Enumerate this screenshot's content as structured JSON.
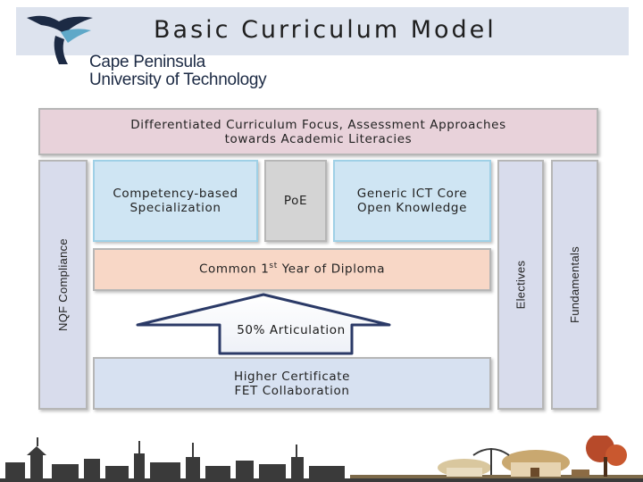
{
  "slide": {
    "title": "Basic Curriculum Model"
  },
  "logo": {
    "line1": "Cape Peninsula",
    "line2": "University of Technology"
  },
  "diagram": {
    "top_banner": {
      "line1": "Differentiated Curriculum Focus, Assessment Approaches",
      "line2": "towards Academic Literacies"
    },
    "left_pillar": "NQF Compliance",
    "competency": {
      "line1": "Competency-based",
      "line2": "Specialization"
    },
    "poe": "PoE",
    "generic": {
      "line1": "Generic ICT Core",
      "line2": "Open Knowledge"
    },
    "common_year": {
      "prefix": "Common 1",
      "sup": "st",
      "suffix": " Year of Diploma"
    },
    "articulation": "50% Articulation",
    "higher_cert": {
      "line1": "Higher Certificate",
      "line2": "FET Collaboration"
    },
    "electives": "Electives",
    "fundamentals": "Fundamentals"
  },
  "colors": {
    "banner": "#e8d2da",
    "pillar": "#d8dcec",
    "cyan_box": "#cfe5f3",
    "poe_box": "#d4d4d4",
    "common_year": "#f8d7c6",
    "higher_cert": "#d7e1f1",
    "logo_blue": "#1c2a44",
    "title_band": "#dde3ee"
  }
}
